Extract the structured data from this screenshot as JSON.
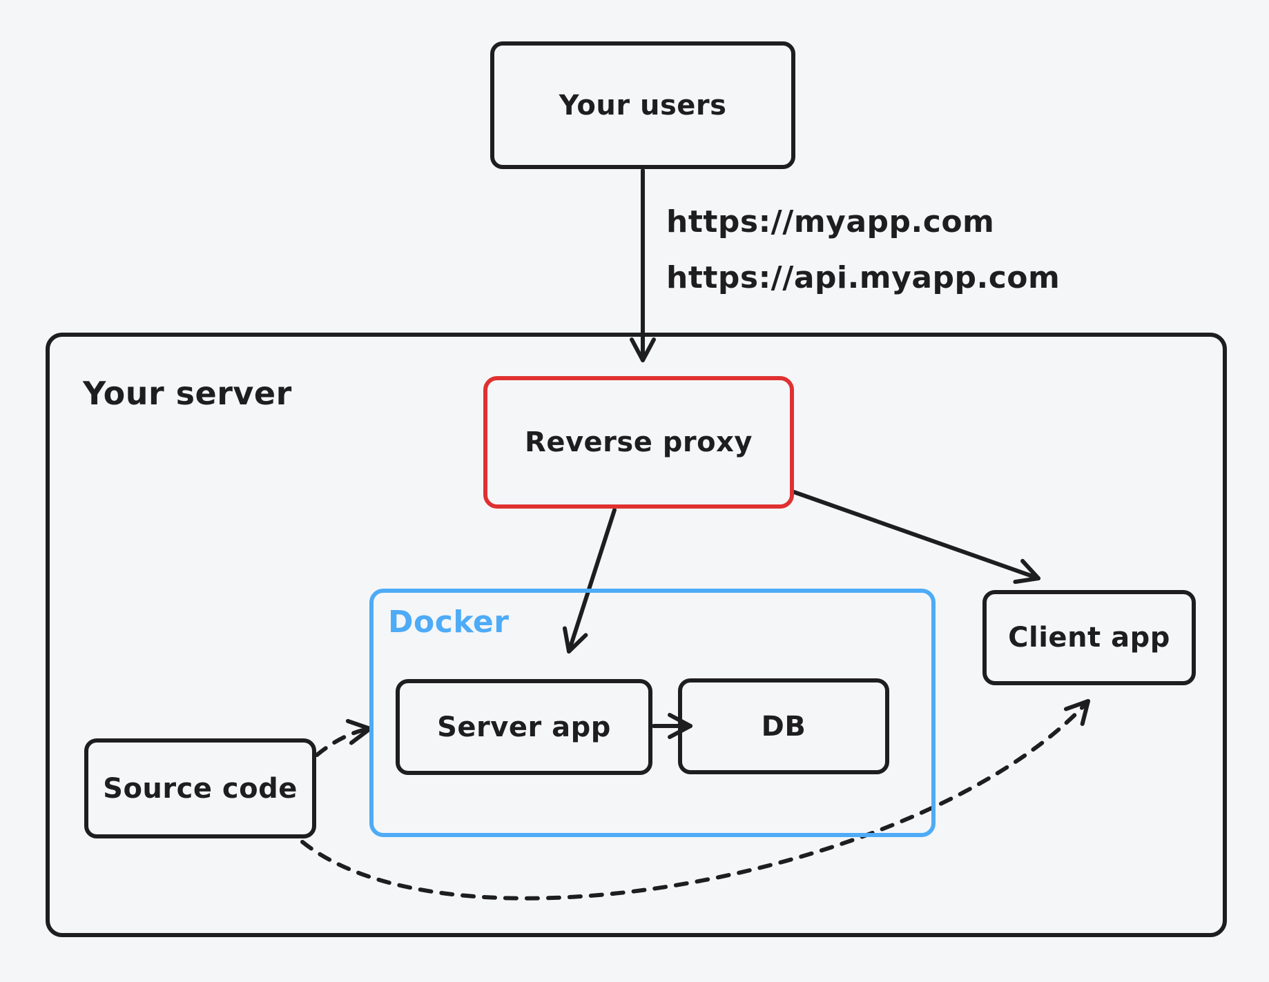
{
  "diagram": {
    "colors": {
      "background": "#f5f6f8",
      "stroke": "#1e1e20",
      "reverse_proxy_border": "#e03131",
      "docker_border": "#4dabf7",
      "docker_label": "#4dabf7"
    },
    "nodes": {
      "users": {
        "label": "Your users"
      },
      "server": {
        "label": "Your server"
      },
      "reverse_proxy": {
        "label": "Reverse proxy"
      },
      "docker": {
        "label": "Docker"
      },
      "server_app": {
        "label": "Server app"
      },
      "db": {
        "label": "DB"
      },
      "client_app": {
        "label": "Client app"
      },
      "source_code": {
        "label": "Source code"
      }
    },
    "edge_labels": {
      "request_urls": [
        "https://myapp.com",
        "https://api.myapp.com"
      ]
    }
  }
}
